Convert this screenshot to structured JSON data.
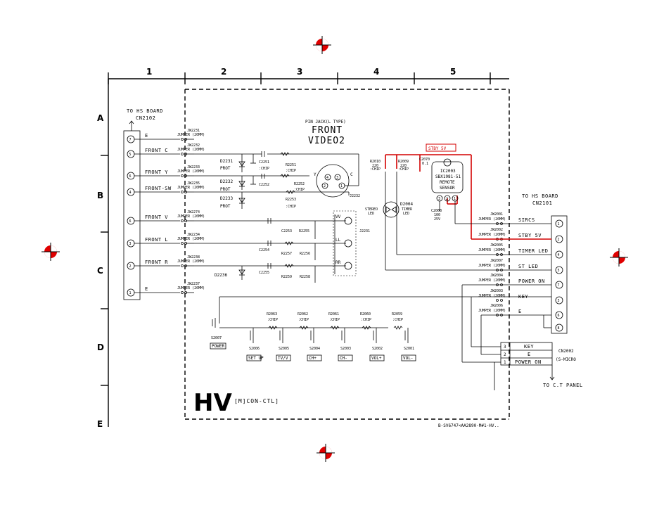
{
  "columns": [
    "1",
    "2",
    "3",
    "4",
    "5"
  ],
  "rows": [
    "A",
    "B",
    "C",
    "D",
    "E"
  ],
  "board": {
    "name": "HV",
    "subtitle": "[M]CON-CTL]",
    "code": "B-SV6747<AA2890-M#1-HV.."
  },
  "connectors": {
    "left": {
      "title": "TO HS BOARD",
      "ref": "CN2102"
    },
    "right": {
      "title": "TO HS BOARD",
      "ref": "CN2101"
    },
    "bottom": {
      "ref": "CN2002",
      "sub": "(S-MICRO",
      "dest": "TO C.T PANEL"
    }
  },
  "front_jack": {
    "caption": "PIN JACK(L TYPE)",
    "line1": "FRONT",
    "line2": "VIDEO2",
    "y": "Y",
    "c": "C"
  },
  "left_pins": [
    {
      "num": "7",
      "label": "E",
      "jumper": "JW2231",
      "jlabel": "JUMPER (20MM)"
    },
    {
      "num": "5",
      "label": "FRONT C",
      "jumper": "JW2232",
      "jlabel": "JUMPER (20MM)"
    },
    {
      "num": "6",
      "label": "FRONT Y",
      "jumper": "JW2233",
      "jlabel": "JUMPER (20MM)"
    },
    {
      "num": "4",
      "label": "FRONT-SW",
      "jumper": "JW2235",
      "jlabel": "JUMPER (20MM)"
    },
    {
      "num": "6",
      "label": "FRONT V",
      "jumper": "JW2274",
      "jlabel": "JUMPER (20MM)"
    },
    {
      "num": "3",
      "label": "FRONT L",
      "jumper": "JW2234",
      "jlabel": "JUMPER (20MM)"
    },
    {
      "num": "2",
      "label": "FRONT R",
      "jumper": "JW2238",
      "jlabel": "JUMPER (20MM)"
    },
    {
      "num": "1",
      "label": "E",
      "jumper": "JW2237",
      "jlabel": "JUMPER (20MM)"
    }
  ],
  "right_pins": [
    {
      "num": "1",
      "label": "SIRCS",
      "jumper": "JW2001",
      "jlabel": "JUMPER (20MM)"
    },
    {
      "num": "2",
      "label": "STBY 5V",
      "jumper": "JW2002",
      "jlabel": "JUMPER (20MM)"
    },
    {
      "num": "4",
      "label": "TIMER LED",
      "jumper": "JW2005",
      "jlabel": "JUMPER (20MM)"
    },
    {
      "num": "5",
      "label": "ST LED",
      "jumper": "JW2007",
      "jlabel": "JUMPER (20MM)"
    },
    {
      "num": "7",
      "label": "POWER ON",
      "jumper": "JW2004",
      "jlabel": "JUMPER (20MM)"
    },
    {
      "num": "3",
      "label": "KEY",
      "jumper": "JW2003",
      "jlabel": "JUMPER (20MM)"
    },
    {
      "num": "6",
      "label": "E",
      "jumper": "JW2006",
      "jlabel": "JUMPER (20MM)"
    },
    {
      "num": "8",
      "label": "",
      "jumper": "",
      "jlabel": ""
    }
  ],
  "bottom_pins": [
    {
      "num": "3",
      "label": "KEY"
    },
    {
      "num": "2",
      "label": "E"
    },
    {
      "num": "1",
      "label": "POWER ON"
    }
  ],
  "parts": {
    "d2231": "D2231",
    "d2232": "D2232",
    "d2233": "D2233",
    "prot": "PROT",
    "c2251": "C2251",
    "c2252": "C2252",
    "chip": ":CHIP",
    "r2251": "R2251",
    "r2252": "R2252",
    "r2253": "R2253",
    "j2232": "J2232",
    "j2231": "J2231",
    "c2253": "C2253",
    "c2254": "C2254",
    "c2255": "C2255",
    "r2255": "R2255",
    "r2257": "R2257",
    "r2256": "R2256",
    "r2259": "R2259",
    "r2258": "R2258",
    "d2236": "D2236",
    "vv": "VV",
    "ll": "LL",
    "rr": "RR",
    "stby_flag": "STBY 5V",
    "r2010": "R2010",
    "r2009": "R2009",
    "r_val": "220",
    "c2070": "C2070",
    "c2070_val": "0.1",
    "ic2003": "IC2003",
    "ic2003_pn": "SBX1981-51",
    "ic2003_l1": "REMOTE",
    "ic2003_l2": "SENSOR",
    "d2004": "D2004",
    "stereo_led": "STEREO",
    "led": "LED",
    "timer_led": "TIMER",
    "c2068": "C2068",
    "c2068_v1": "100",
    "c2068_v2": "25V"
  },
  "switches": [
    {
      "ref": "S2007",
      "label": "POWER",
      "res": ""
    },
    {
      "ref": "S2006",
      "label": "SET UP",
      "res": "R2063"
    },
    {
      "ref": "S2005",
      "label": "TV/V",
      "res": "R2062"
    },
    {
      "ref": "S2004",
      "label": "CH+",
      "res": "R2061"
    },
    {
      "ref": "S2003",
      "label": "CH-",
      "res": "R2060"
    },
    {
      "ref": "S2002",
      "label": "VOL+",
      "res": "R2059"
    },
    {
      "ref": "S2001",
      "label": "VOL-",
      "res": ""
    }
  ],
  "colors": {
    "highlight": "#d40000",
    "mark": "#e00000"
  }
}
